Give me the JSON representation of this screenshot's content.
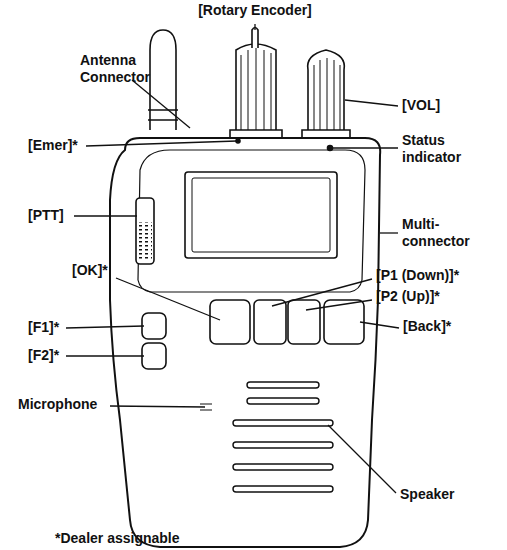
{
  "diagram": {
    "labels": [
      "[Rotary Encoder]",
      "Antenna Connector",
      "[VOL]",
      "[Emer]*",
      "Status indicator",
      "[PTT]",
      "Multi- connector",
      "[OK]*",
      "[P1 (Down)]*",
      "[P2 (Up)]*",
      "[Back]*",
      "[F1]*",
      "[F2]*",
      "Microphone",
      "Speaker",
      "*Dealer assignable"
    ]
  }
}
